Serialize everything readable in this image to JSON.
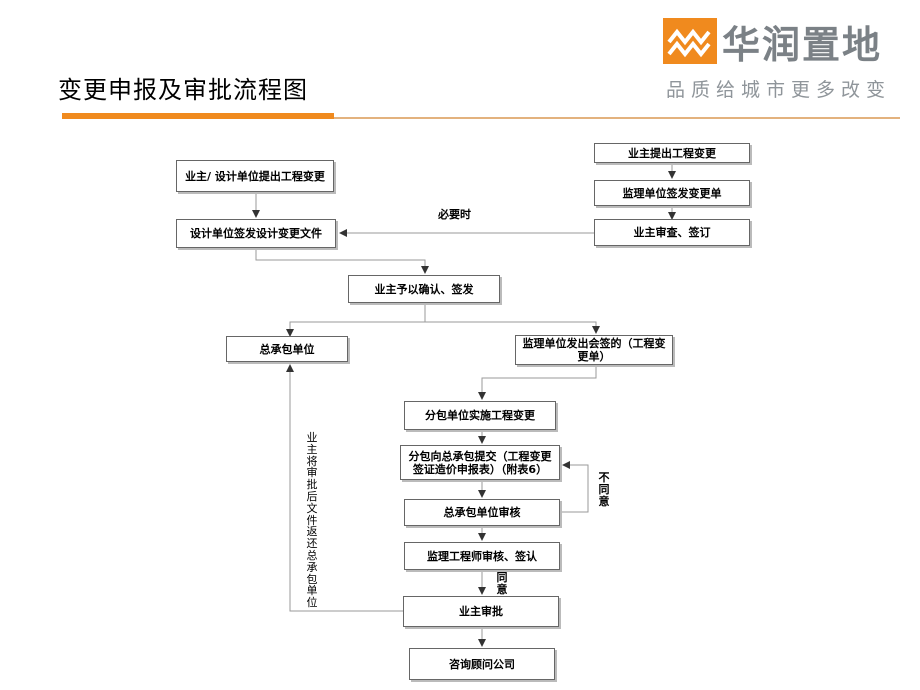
{
  "header": {
    "title": "变更申报及审批流程图",
    "brand": "华润置地",
    "slogan": "品质给城市更多改变"
  },
  "colors": {
    "accent": "#F08A1E",
    "brand_grey": "#7b8186"
  },
  "flow": {
    "owner_design_propose": "业主/ 设计单位提出工程变更",
    "owner_propose": "业主提出工程变更",
    "supervisor_issue": "监理单位签发变更单",
    "design_issue": "设计单位签发设计变更文件",
    "owner_review_sign": "业主审查、签订",
    "when_necessary": "必要时",
    "owner_confirm": "业主予以确认、签发",
    "general_contractor": "总承包单位",
    "supervisor_countersign": "监理单位发出会签的（工程变更单）",
    "sub_implement": "分包单位实施工程变更",
    "sub_submit": "分包向总承包提交（工程变更签证造价申报表）（附表6）",
    "gc_review": "总承包单位审核",
    "engineer_review": "监理工程师审核、签认",
    "owner_approve": "业主审批",
    "consultant": "咨询顾问公司",
    "disagree": "不同意",
    "agree": "同意",
    "return_note": "业主将审批后文件返还总承包单位"
  }
}
